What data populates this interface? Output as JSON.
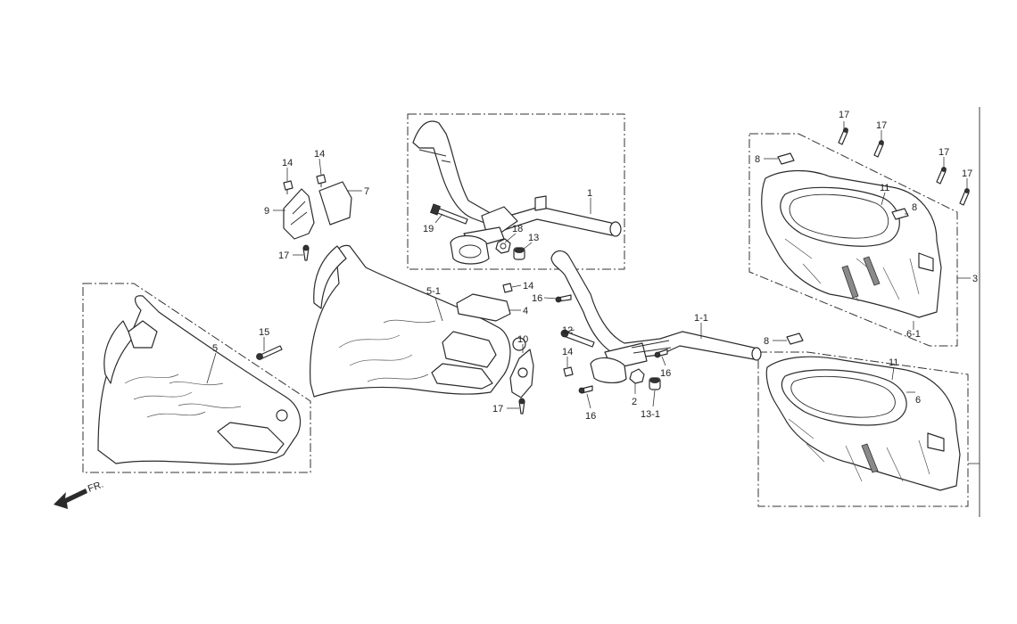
{
  "diagram": {
    "callouts": [
      {
        "id": "c-1",
        "label": "1"
      },
      {
        "id": "c-19",
        "label": "19"
      },
      {
        "id": "c-18",
        "label": "18"
      },
      {
        "id": "c-13a",
        "label": "13"
      },
      {
        "id": "c-14a",
        "label": "14"
      },
      {
        "id": "c-14b",
        "label": "14"
      },
      {
        "id": "c-9",
        "label": "9"
      },
      {
        "id": "c-7",
        "label": "7"
      },
      {
        "id": "c-17a",
        "label": "17"
      },
      {
        "id": "c-15",
        "label": "15"
      },
      {
        "id": "c-5",
        "label": "5"
      },
      {
        "id": "c-5-1",
        "label": "5-1"
      },
      {
        "id": "c-14c",
        "label": "14"
      },
      {
        "id": "c-16a",
        "label": "16"
      },
      {
        "id": "c-4",
        "label": "4"
      },
      {
        "id": "c-10",
        "label": "10"
      },
      {
        "id": "c-17b",
        "label": "17"
      },
      {
        "id": "c-12",
        "label": "12"
      },
      {
        "id": "c-14d",
        "label": "14"
      },
      {
        "id": "c-16b",
        "label": "16"
      },
      {
        "id": "c-2",
        "label": "2"
      },
      {
        "id": "c-13-1",
        "label": "13-1"
      },
      {
        "id": "c-16c",
        "label": "16"
      },
      {
        "id": "c-1-1",
        "label": "1-1"
      },
      {
        "id": "c-17c",
        "label": "17"
      },
      {
        "id": "c-17d",
        "label": "17"
      },
      {
        "id": "c-17e",
        "label": "17"
      },
      {
        "id": "c-17f",
        "label": "17"
      },
      {
        "id": "c-8a",
        "label": "8"
      },
      {
        "id": "c-11a",
        "label": "11"
      },
      {
        "id": "c-8b",
        "label": "8"
      },
      {
        "id": "c-3",
        "label": "3"
      },
      {
        "id": "c-6-1",
        "label": "6-1"
      },
      {
        "id": "c-8c",
        "label": "8"
      },
      {
        "id": "c-11b",
        "label": "11"
      },
      {
        "id": "c-6",
        "label": "6"
      }
    ],
    "direction_label": "FR."
  }
}
